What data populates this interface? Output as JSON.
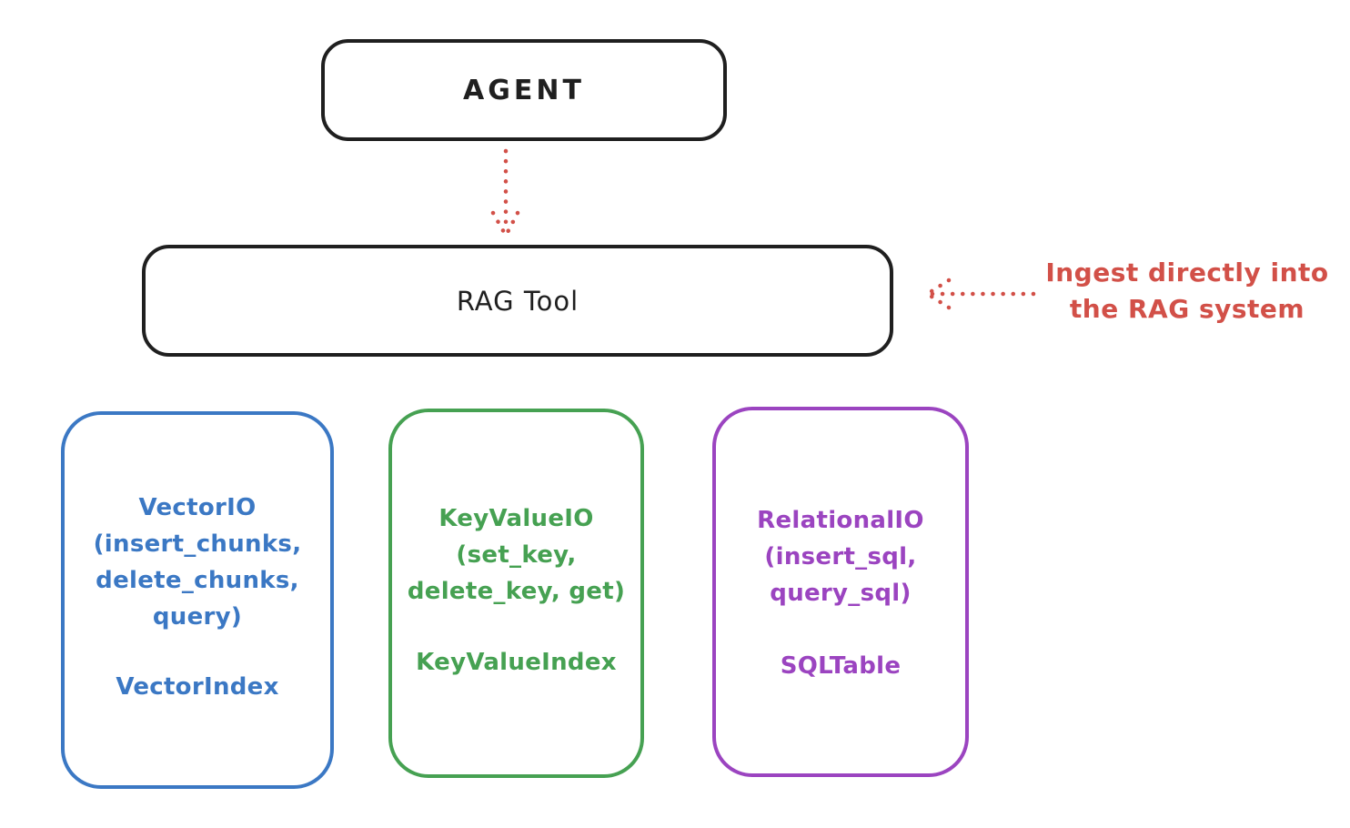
{
  "diagram": {
    "nodes": {
      "agent": {
        "label": "AGENT"
      },
      "rag_tool": {
        "label": "RAG Tool"
      }
    },
    "annotation": {
      "lines": [
        "Ingest directly into",
        "the RAG system"
      ]
    },
    "backends": [
      {
        "id": "vector-io",
        "lines": [
          "VectorIO",
          "(insert_chunks,",
          "delete_chunks,",
          "query)"
        ],
        "index_label": "VectorIndex",
        "color": "#3b78c4"
      },
      {
        "id": "keyvalue-io",
        "lines": [
          "KeyValueIO",
          "(set_key,",
          "delete_key, get)"
        ],
        "index_label": "KeyValueIndex",
        "color": "#46a152"
      },
      {
        "id": "relational-io",
        "lines": [
          "RelationalIO",
          "(insert_sql,",
          "query_sql)"
        ],
        "index_label": "SQLTable",
        "color": "#9b44c0"
      }
    ],
    "colors": {
      "ink": "#1f1f1f",
      "red": "#d25048",
      "blue": "#3b78c4",
      "green": "#46a152",
      "purple": "#9b44c0",
      "bg": "#ffffff"
    }
  }
}
